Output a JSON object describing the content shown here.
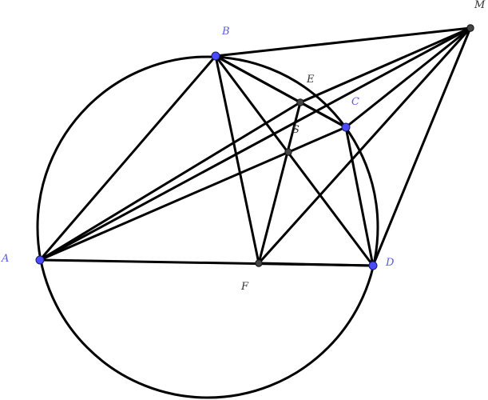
{
  "diagram": {
    "colors": {
      "line": "#000000",
      "point_primary": "#4b4bff",
      "point_secondary": "#444444",
      "label_primary": "#5a5ae6",
      "label_secondary": "#333333"
    },
    "points": [
      {
        "id": "A",
        "label": "A",
        "kind": "primary"
      },
      {
        "id": "B",
        "label": "B",
        "kind": "primary"
      },
      {
        "id": "C",
        "label": "C",
        "kind": "primary"
      },
      {
        "id": "D",
        "label": "D",
        "kind": "primary"
      },
      {
        "id": "E",
        "label": "E",
        "kind": "secondary"
      },
      {
        "id": "F",
        "label": "F",
        "kind": "secondary"
      },
      {
        "id": "S",
        "label": "S",
        "kind": "secondary"
      },
      {
        "id": "M",
        "label": "M",
        "kind": "secondary"
      }
    ],
    "circle": {
      "through": [
        "A",
        "B",
        "C",
        "D"
      ]
    },
    "segments": [
      [
        "A",
        "B"
      ],
      [
        "A",
        "D"
      ],
      [
        "A",
        "C"
      ],
      [
        "A",
        "E"
      ],
      [
        "A",
        "M"
      ],
      [
        "B",
        "M"
      ],
      [
        "B",
        "E"
      ],
      [
        "B",
        "C"
      ],
      [
        "B",
        "D"
      ],
      [
        "B",
        "F"
      ],
      [
        "E",
        "C"
      ],
      [
        "C",
        "D"
      ],
      [
        "C",
        "M"
      ],
      [
        "E",
        "M"
      ],
      [
        "E",
        "F"
      ],
      [
        "F",
        "D"
      ],
      [
        "F",
        "M"
      ],
      [
        "D",
        "M"
      ]
    ]
  }
}
